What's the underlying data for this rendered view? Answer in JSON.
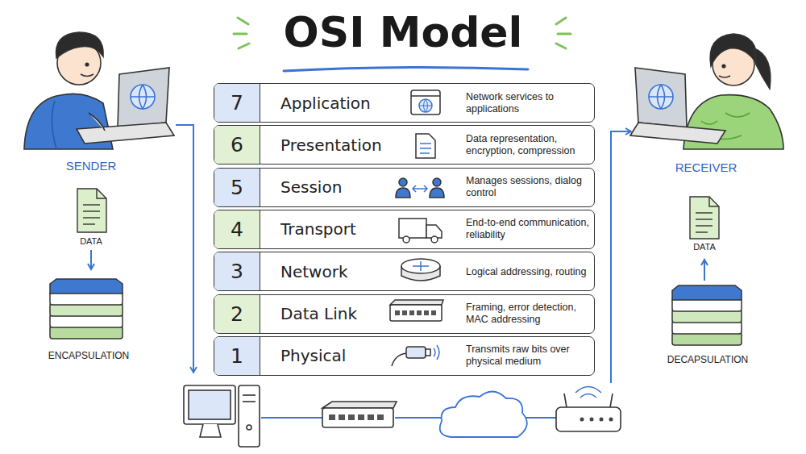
{
  "diagram": {
    "title": "OSI Model",
    "nodes": [
      {
        "text": [
          "7",
          "Application",
          "Network services to applications"
        ]
      },
      {
        "text": [
          "6",
          "Presentation",
          "Data representation, encryption, compression"
        ]
      },
      {
        "text": [
          "5",
          "Session",
          "Manages sessions, dialog control"
        ]
      },
      {
        "text": [
          "4",
          "Transport",
          "End-to-end communication, reliability"
        ]
      },
      {
        "text": [
          "3",
          "Network",
          "Logical addressing, routing"
        ]
      },
      {
        "text": [
          "2",
          "Data Link",
          "Framing, error detection, MAC addressing"
        ]
      },
      {
        "text": [
          "1",
          "Physical",
          "Transmits raw bits over physical medium"
        ]
      }
    ],
    "labels": [
      "SENDER",
      "DATA",
      "ENCAPSULATION",
      "RECEIVER",
      "DATA",
      "DECAPSULATION"
    ]
  }
}
